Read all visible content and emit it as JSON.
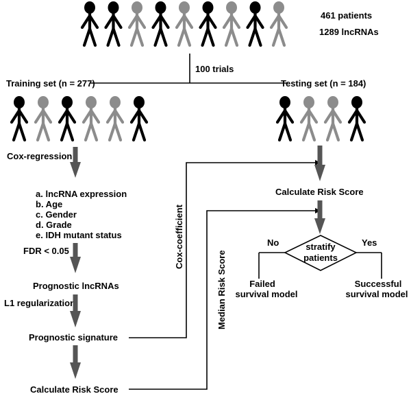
{
  "colors": {
    "dark": "#000000",
    "gray": "#8c8c8c",
    "arrow": "#555555",
    "line": "#000000"
  },
  "top": {
    "patients": "461 patients",
    "lncrnas": "1289 lncRNAs",
    "figure_pattern": [
      "dark",
      "dark",
      "gray",
      "dark",
      "gray",
      "dark",
      "gray",
      "dark",
      "gray"
    ]
  },
  "split": {
    "trials": "100 trials",
    "training_label": "Training set (n = 277)",
    "testing_label": "Testing set (n = 184)"
  },
  "training": {
    "figure_pattern": [
      "dark",
      "gray",
      "dark",
      "gray",
      "gray",
      "dark"
    ],
    "cox_regression": "Cox-regression",
    "covariates": [
      "a. lncRNA expression",
      "b. Age",
      "c. Gender",
      "d. Grade",
      "e. IDH mutant status"
    ],
    "fdr": "FDR < 0.05",
    "prognostic_lncrnas": "Prognostic lncRNAs",
    "l1": "L1 regularization",
    "prognostic_signature": "Prognostic signature",
    "calculate_risk": "Calculate Risk Score"
  },
  "testing": {
    "figure_pattern": [
      "dark",
      "gray",
      "gray",
      "dark"
    ],
    "calculate_risk": "Calculate Risk Score",
    "decision_line1": "stratify",
    "decision_line2": "patients",
    "no": "No",
    "yes": "Yes",
    "failed_line1": "Failed",
    "failed_line2": "survival model",
    "success_line1": "Successful",
    "success_line2": "survival model"
  },
  "connectors": {
    "cox_coefficient": "Cox-coefficient",
    "median_risk": "Median Risk Score"
  }
}
